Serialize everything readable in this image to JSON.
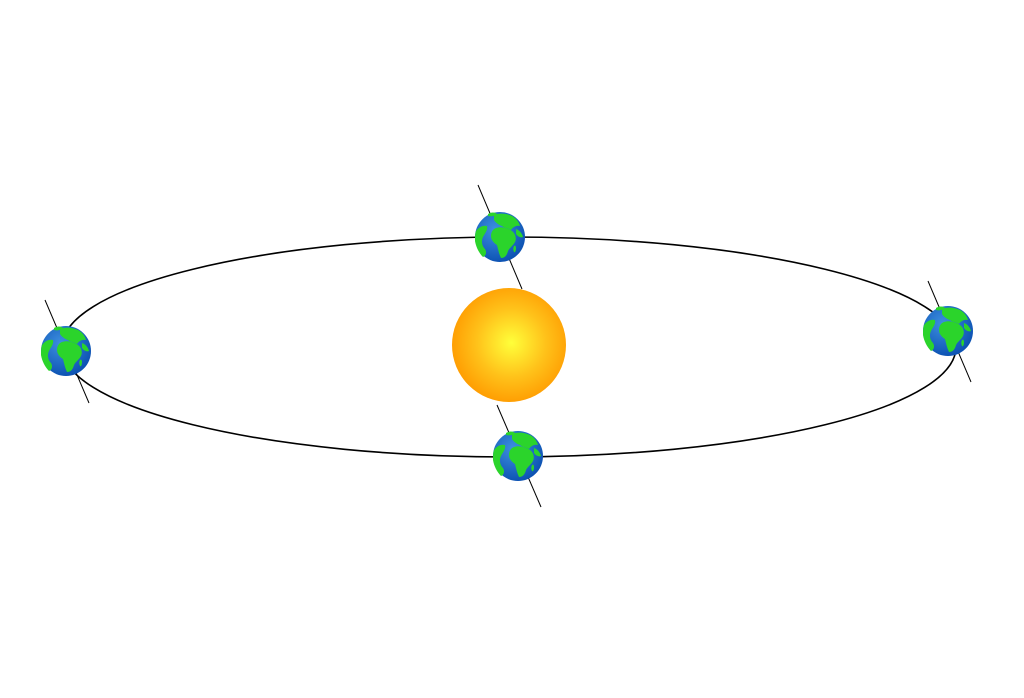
{
  "colors": {
    "background": "#ffffff",
    "orbit_line": "#000000",
    "axis_line": "#000000",
    "sun_center": "#ffff3a",
    "sun_mid": "#ffc21a",
    "sun_edge": "#ff9a00",
    "ocean_light": "#3d8fe0",
    "ocean_dark": "#0a4fb0",
    "land": "#2bd42b"
  },
  "icons": {
    "sun": "sun-icon",
    "earth": "earth-globe-icon"
  },
  "diagram": {
    "elements": [
      "orbit",
      "sun",
      "earth-top",
      "earth-right",
      "earth-bottom",
      "earth-left"
    ],
    "earth_axis_tilt_deg": 23
  }
}
